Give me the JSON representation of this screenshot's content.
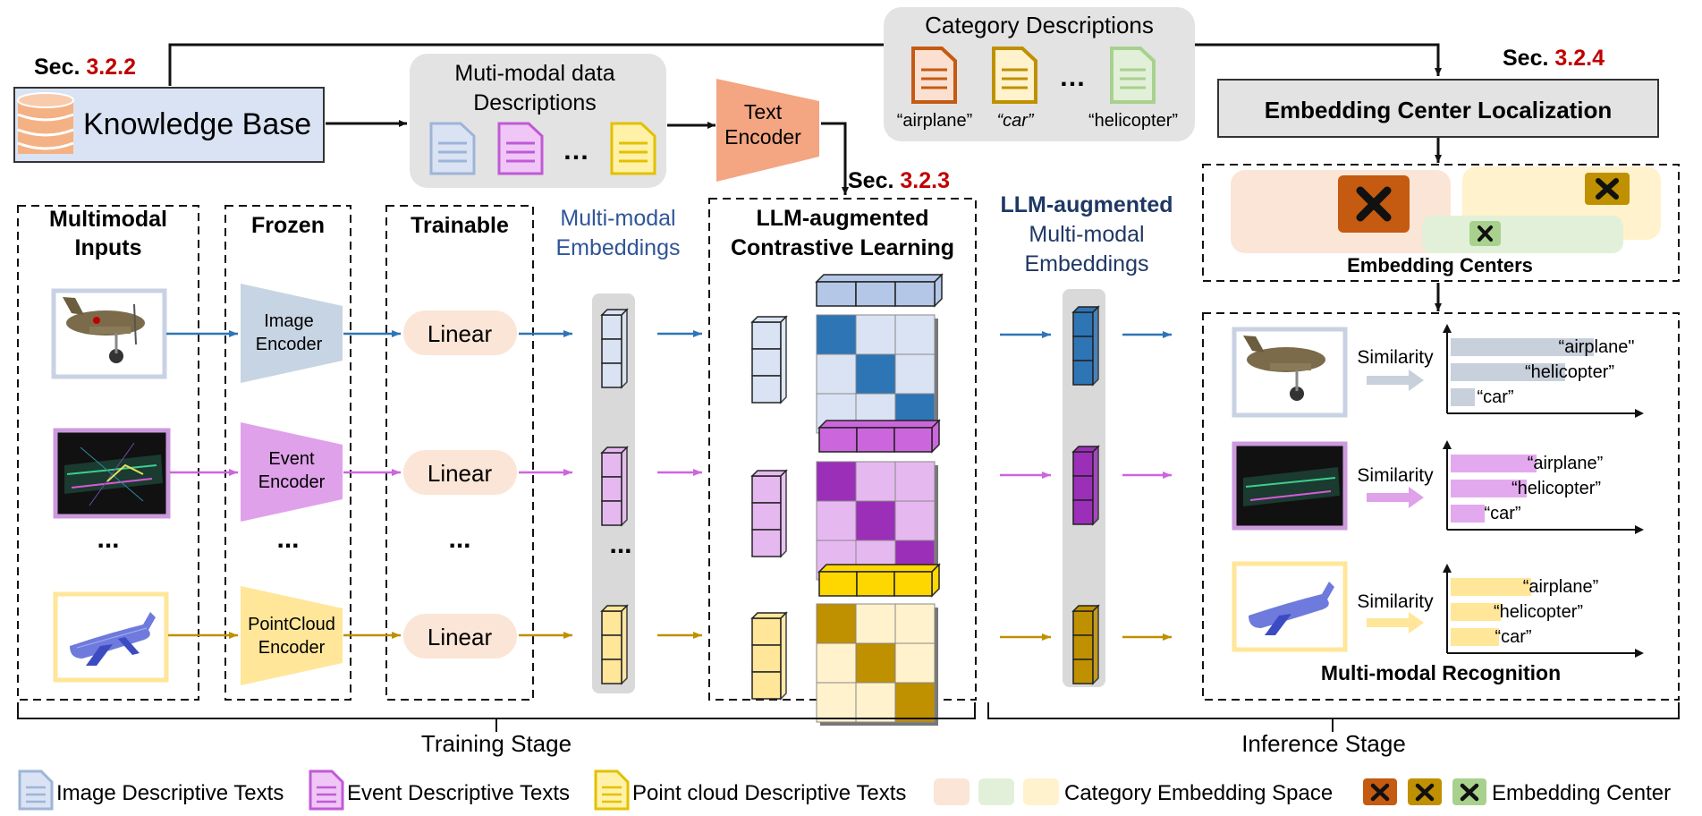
{
  "sec_label": "Sec.",
  "sec_2_num": "3.2.2",
  "sec_3_num": "3.2.3",
  "sec_4_num": "3.2.4",
  "knowledge_base": "Knowledge Base",
  "descriptions_title_1": "Muti-modal data",
  "descriptions_title_2": "Descriptions",
  "ellipsis": "…",
  "text_encoder_1": "Text",
  "text_encoder_2": "Encoder",
  "category_descriptions": "Category Descriptions",
  "cat_airplane": "“airplane”",
  "cat_car": "“car”",
  "cat_helicopter": "“helicopter”",
  "embedding_center_localization": "Embedding Center Localization",
  "embedding_centers": "Embedding Centers",
  "col_inputs_1": "Multimodal",
  "col_inputs_2": "Inputs",
  "col_frozen": "Frozen",
  "col_trainable": "Trainable",
  "mm_embeddings_1": "Multi-modal",
  "mm_embeddings_2": "Embeddings",
  "llm_cl_1": "LLM-augmented",
  "llm_cl_2": "Contrastive Learning",
  "llm_emb_1": "LLM-augmented",
  "llm_emb_2": "Multi-modal",
  "llm_emb_3": "Embeddings",
  "image_encoder_1": "Image",
  "image_encoder_2": "Encoder",
  "event_encoder_1": "Event",
  "event_encoder_2": "Encoder",
  "pc_encoder_1": "PointCloud",
  "pc_encoder_2": "Encoder",
  "linear": "Linear",
  "dots": "...",
  "similarity": "Similarity",
  "rec_airplane": "“airplane”",
  "rec_helicopter": "“helicopter”",
  "rec_car": "“car”",
  "rec_airplane_2": "“airplane\"",
  "multimodal_recognition": "Multi-modal Recognition",
  "training_stage": "Training Stage",
  "inference_stage": "Inference Stage",
  "legend_image": "Image Descriptive Texts",
  "legend_event": "Event Descriptive Texts",
  "legend_pc": "Point cloud Descriptive Texts",
  "legend_space": "Category Embedding Space",
  "legend_center": "Embedding Center",
  "similarity_bars": {
    "image": {
      "airplane": 1.0,
      "helicopter": 0.8,
      "car": 0.17
    },
    "event": {
      "airplane": 0.6,
      "helicopter": 0.53,
      "car": 0.24
    },
    "pointcloud": {
      "airplane": 0.56,
      "helicopter": 0.35,
      "car": 0.34
    }
  },
  "colors": {
    "image": "#2e75b6",
    "event": "#cc66dd",
    "pointcloud": "#bf9000",
    "sec_red": "#c00000",
    "navy": "#1f3864"
  }
}
